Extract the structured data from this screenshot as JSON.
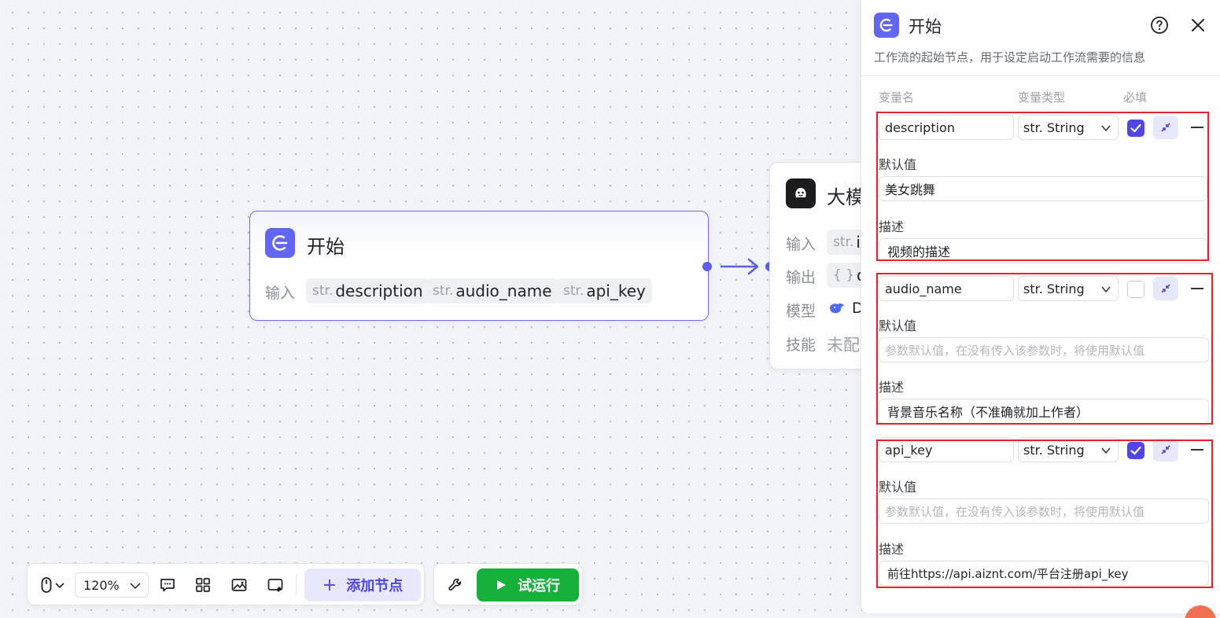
{
  "canvas": {
    "start_node": {
      "title": "开始",
      "input_label": "输入",
      "inputs": [
        {
          "type": "str.",
          "name": "description"
        },
        {
          "type": "str.",
          "name": "audio_name"
        },
        {
          "type": "str.",
          "name": "api_key"
        }
      ]
    },
    "llm_node": {
      "title": "大模",
      "rows": [
        {
          "label": "输入",
          "prefix": "str.",
          "value": "i"
        },
        {
          "label": "输出",
          "prefix": "{ }",
          "value": "o"
        },
        {
          "label": "模型",
          "prefix": "",
          "value": "D"
        },
        {
          "label": "技能",
          "prefix": "",
          "value": "未配"
        }
      ]
    }
  },
  "panel": {
    "title": "开始",
    "description": "工作流的起始节点，用于设定启动工作流需要的信息",
    "columns": {
      "name": "变量名",
      "type": "变量类型",
      "required": "必填"
    },
    "default_label": "默认值",
    "desc_label": "描述",
    "variables": [
      {
        "name": "description",
        "type": "str. String",
        "required": true,
        "default_value": "美女跳舞",
        "default_placeholder": "",
        "description": "视频的描述"
      },
      {
        "name": "audio_name",
        "type": "str. String",
        "required": false,
        "default_value": "",
        "default_placeholder": "参数默认值，在没有传入该参数时，将使用默认值",
        "description": "背景音乐名称（不准确就加上作者）"
      },
      {
        "name": "api_key",
        "type": "str. String",
        "required": true,
        "default_value": "",
        "default_placeholder": "参数默认值，在没有传入该参数时，将使用默认值",
        "description": "前往https://api.aiznt.com/平台注册api_key"
      }
    ]
  },
  "toolbar": {
    "zoom": "120%",
    "add_node_label": "添加节点",
    "run_label": "试运行",
    "icons": [
      "mouse-icon",
      "comment-icon",
      "layout-icon",
      "image-icon",
      "minimap-icon",
      "wrench-icon",
      "play-icon"
    ]
  },
  "colors": {
    "accent": "#6366f1",
    "run_green": "#16b13a",
    "highlight_red": "#e8202a"
  }
}
